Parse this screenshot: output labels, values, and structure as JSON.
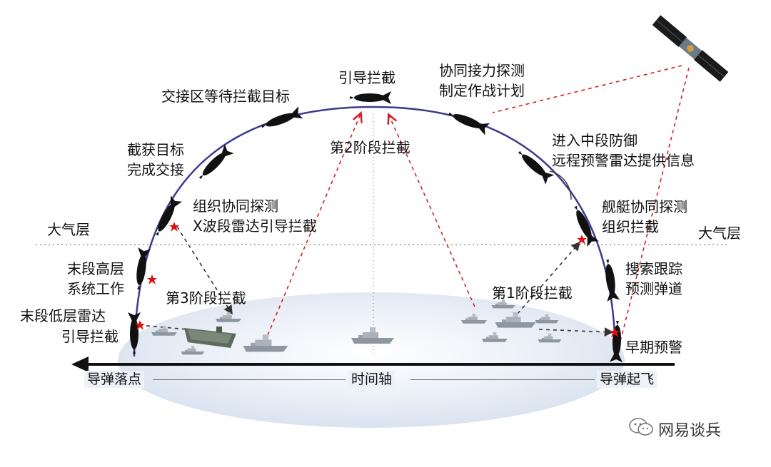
{
  "labels": {
    "guide_intercept_top": "引导拦截",
    "handover_wait": "交接区等待拦截目标",
    "coop_relay": [
      "协同接力探测",
      "制定作战计划"
    ],
    "capture_target": [
      "截获目标",
      "完成交接"
    ],
    "stage2": "第2阶段拦截",
    "enter_midcourse": [
      "进入中段防御",
      "远程预警雷达提供信息"
    ],
    "org_coop": [
      "组织协同探测",
      "X波段雷达引导拦截"
    ],
    "ship_coop": [
      "舰艇协同探测",
      "组织拦截"
    ],
    "atmosphere_left": "大气层",
    "atmosphere_right": "大气层",
    "terminal_high": [
      "末段高层",
      "系统工作"
    ],
    "search_track": [
      "搜索跟踪",
      "预测弹道"
    ],
    "stage3": "第3阶段拦截",
    "stage1": "第1阶段拦截",
    "terminal_low": [
      "末段低层雷达",
      "引导拦截"
    ],
    "early_warning": "早期预警",
    "impact": "导弹落点",
    "timeline": "时间轴",
    "launch": "导弹起飞"
  },
  "watermark": "网易谈兵",
  "colors": {
    "arc": "#3b3a8f",
    "dashed_red": "#d62020",
    "dashed_black": "#333333",
    "sea": "#e6ecf6",
    "star": "#e01010",
    "missile": "#111111",
    "ship": "#9aa3ad",
    "carrier": "#5d6b5d"
  },
  "icons": [
    "satellite-icon",
    "missile-icon",
    "ship-icon",
    "aircraft-carrier-icon",
    "star-icon",
    "wechat-icon"
  ]
}
